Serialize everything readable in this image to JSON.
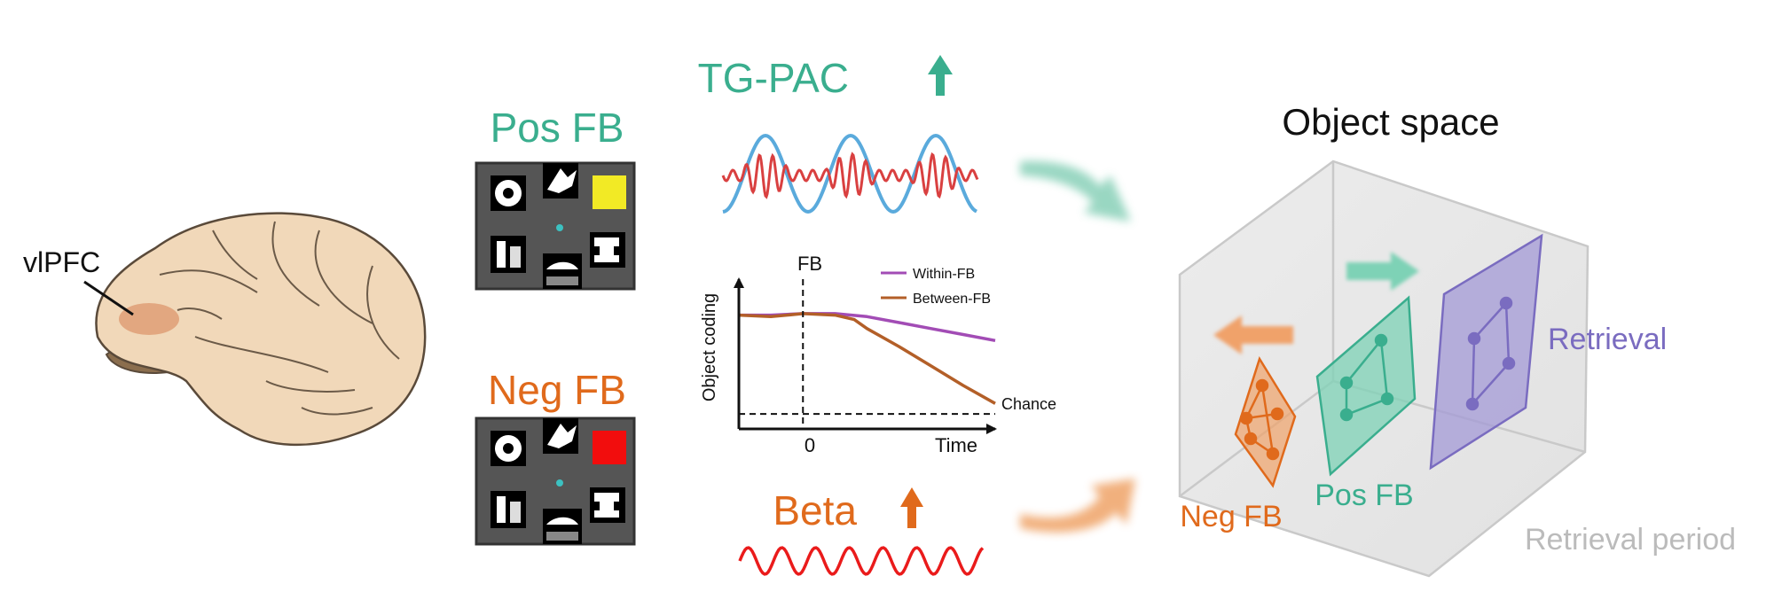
{
  "brain": {
    "region_label": "vlPFC",
    "skin_color": "#f1d8b9",
    "outline_color": "#5a4a3a",
    "region_color": "#e0a27a",
    "cerebellum_color": "#8b6e4e"
  },
  "conditions": {
    "pos_label": "Pos FB",
    "neg_label": "Neg FB",
    "pos_color": "#3aae8e",
    "neg_color": "#e06a1c",
    "pos_square_color": "#f2ea25",
    "neg_square_color": "#f20d0d"
  },
  "signals": {
    "tgpac_label": "TG-PAC",
    "beta_label": "Beta",
    "theta_color": "#5aaadc",
    "gamma_color": "#d94040",
    "beta_wave_color": "#ea1b1b"
  },
  "chart_data": {
    "type": "line",
    "ylabel": "Object coding",
    "xlabel": "Time",
    "event_label": "FB",
    "zero_tick": "0",
    "chance_label": "Chance",
    "xlim": [
      -1,
      3
    ],
    "ylim": [
      0,
      1
    ],
    "chance_level": 0.1,
    "series": [
      {
        "name": "Within-FB",
        "color": "#a24cb5",
        "x": [
          -1,
          -0.5,
          0,
          0.5,
          1.0,
          1.5,
          2.0,
          2.5,
          3.0
        ],
        "y": [
          0.76,
          0.76,
          0.77,
          0.77,
          0.75,
          0.71,
          0.67,
          0.63,
          0.59
        ]
      },
      {
        "name": "Between-FB",
        "color": "#b35f28",
        "x": [
          -1,
          -0.5,
          0,
          0.5,
          0.8,
          1.0,
          1.5,
          2.0,
          2.5,
          3.0
        ],
        "y": [
          0.76,
          0.75,
          0.77,
          0.76,
          0.73,
          0.67,
          0.55,
          0.42,
          0.29,
          0.17
        ]
      }
    ]
  },
  "space": {
    "title": "Object space",
    "retrieval_label": "Retrieval",
    "pos_label": "Pos FB",
    "neg_label": "Neg FB",
    "period_label": "Retrieval period",
    "retrieval_color": "#7a6cc0",
    "period_color": "#bbbbbb",
    "box_color": "#c9c9c9"
  }
}
